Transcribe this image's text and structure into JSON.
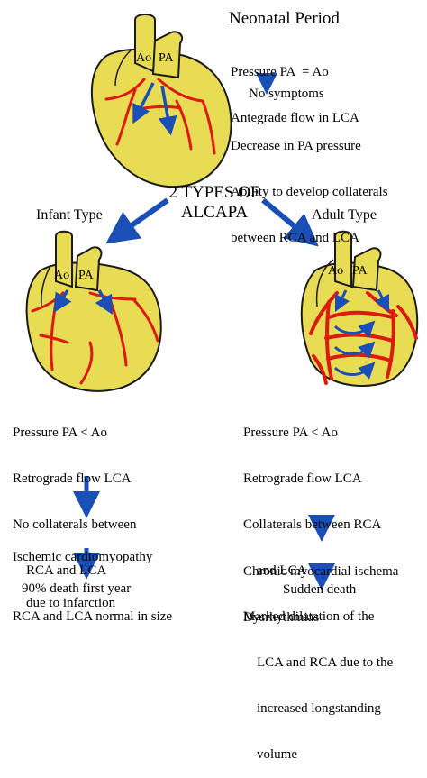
{
  "neonatal": {
    "title": "Neonatal Period",
    "lines": [
      "Pressure PA  = Ao",
      "Antegrade flow in LCA"
    ],
    "result": "No symptoms",
    "notes": [
      "Decrease in PA pressure",
      "Ability to develop collaterals",
      "between RCA and LCA"
    ]
  },
  "center": {
    "line1": "2 TYPES OF",
    "line2": "ALCAPA"
  },
  "infant": {
    "title": "Infant Type",
    "lines": [
      "Pressure PA < Ao",
      "Retrograde flow LCA",
      "No collaterals between",
      "    RCA and LCA",
      "RCA and LCA normal in size"
    ],
    "outcome": [
      "Ischemic cardiomyopathy",
      "    due to infarction"
    ],
    "final": "90% death first year"
  },
  "adult": {
    "title": "Adult Type",
    "lines": [
      "Pressure PA < Ao",
      "Retrograde flow LCA",
      "Collaterals between RCA",
      "    and LCA",
      "Marked dilatation of the",
      "    LCA and RCA due to the",
      "    increased longstanding",
      "    volume"
    ],
    "outcome": [
      "Chronic myocardial ischema",
      "Dysrhythmias"
    ],
    "final": "Sudden death"
  },
  "vessel_labels": {
    "ao": "Ao",
    "pa": "PA"
  },
  "colors": {
    "heart": "#e8dc55",
    "heart_outline": "#1a1a1a",
    "artery": "#dd1a10",
    "arrow": "#1a4fb8"
  }
}
